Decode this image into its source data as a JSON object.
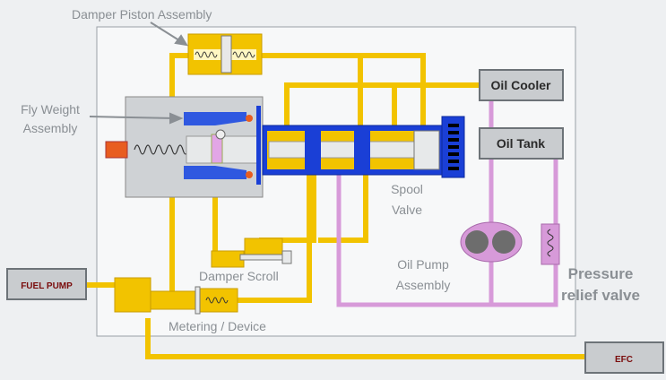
{
  "labels": {
    "damper_piston": "Damper Piston Assembly",
    "fly_weight_line1": "Fly Weight",
    "fly_weight_line2": "Assembly",
    "spool_line1": "Spool",
    "spool_line2": "Valve",
    "damper_scroll": "Damper Scroll",
    "oil_pump_line1": "Oil Pump",
    "oil_pump_line2": "Assembly",
    "pressure_line1": "Pressure",
    "pressure_line2": "relief valve",
    "metering": "Metering / Device"
  },
  "boxes": {
    "oil_cooler": "Oil Cooler",
    "oil_tank": "Oil Tank",
    "fuel_pump": "FUEL PUMP",
    "efc": "EFC"
  },
  "colors": {
    "pipe_yellow": "#f2c300",
    "pipe_pink": "#d79ad9",
    "spool_blue": "#1a3fd6",
    "box_gray": "#c9cccf",
    "label_gray": "#8a8f94"
  }
}
